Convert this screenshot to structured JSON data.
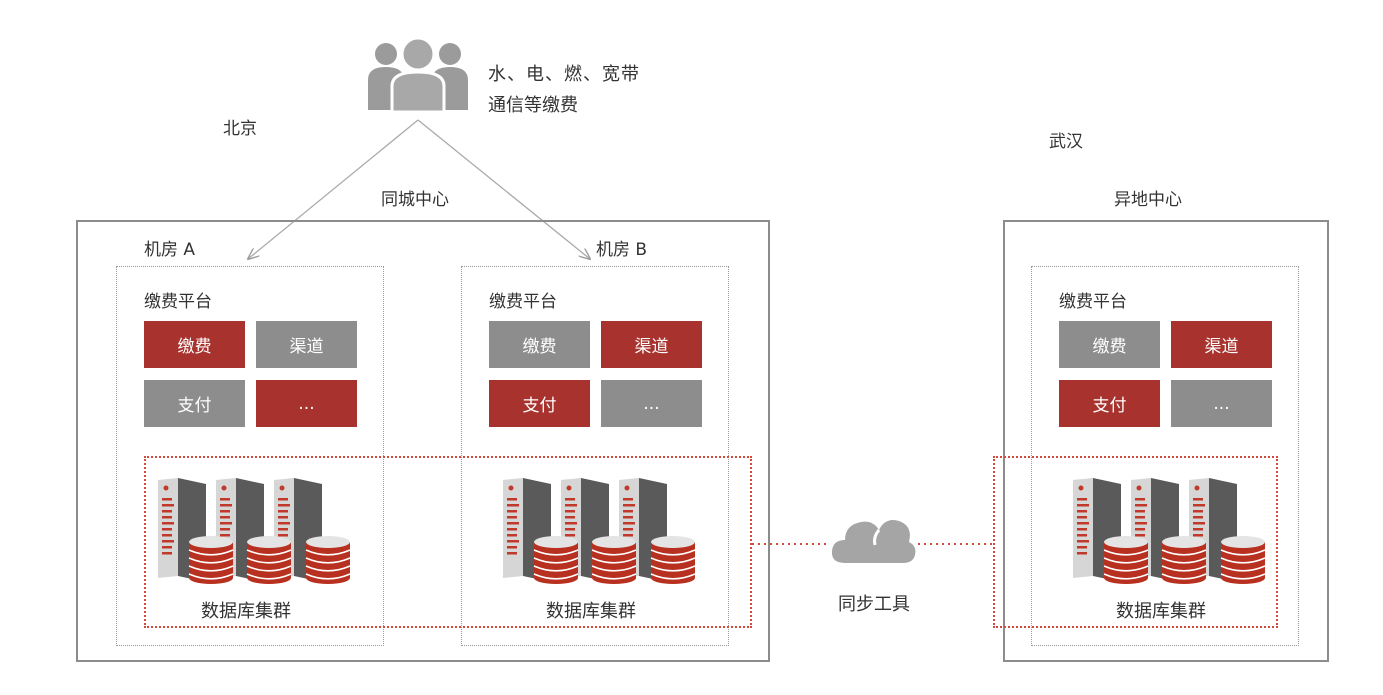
{
  "users": {
    "caption_line1": "水、电、燃、宽带",
    "caption_line2": "通信等缴费"
  },
  "locations": {
    "beijing": "北京",
    "wuhan": "武汉"
  },
  "centers": {
    "same_city": "同城中心",
    "remote": "异地中心"
  },
  "rooms": {
    "a": "机房 A",
    "b": "机房 B"
  },
  "platform_title": "缴费平台",
  "modules": {
    "fee": "缴费",
    "channel": "渠道",
    "pay": "支付",
    "more": "..."
  },
  "cluster_label": "数据库集群",
  "sync_tool": "同步工具",
  "colors": {
    "brand_red": "#a8322d",
    "module_gray": "#8d8d8d",
    "frame_gray": "#8c8c8c",
    "link_red": "#d24a3a"
  },
  "icons": [
    "users-group-icon",
    "server-cluster-icon",
    "database-stack-icon",
    "cloud-icon"
  ]
}
